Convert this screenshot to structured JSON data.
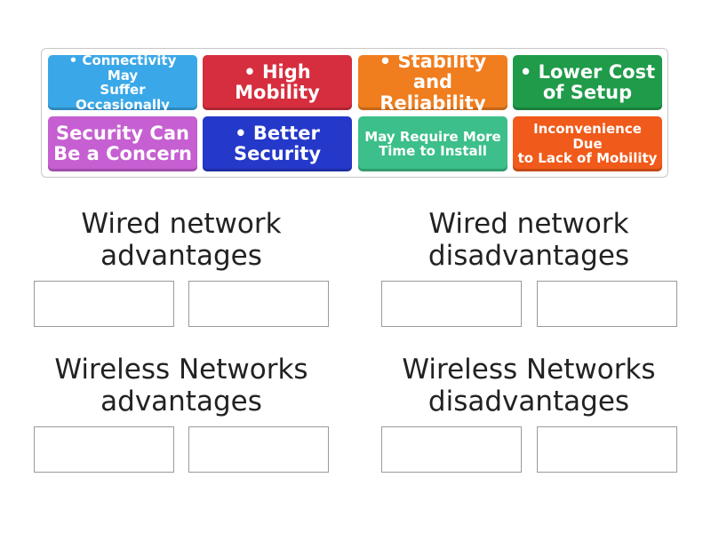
{
  "tiles": [
    {
      "lines": [
        "• Connectivity May",
        "Suffer Occasionally"
      ],
      "color": "#3aa8e8"
    },
    {
      "lines": [
        "• High",
        "Mobility"
      ],
      "color": "#d62e3e"
    },
    {
      "lines": [
        "• Stability and",
        "Reliability"
      ],
      "color": "#f07d1e"
    },
    {
      "lines": [
        "• Lower Cost",
        "of Setup"
      ],
      "color": "#1f9b4a"
    },
    {
      "lines": [
        "Security Can",
        "Be a Concern"
      ],
      "color": "#c65fd1"
    },
    {
      "lines": [
        "• Better",
        "Security"
      ],
      "color": "#2438c9"
    },
    {
      "lines": [
        "May Require More",
        "Time to Install"
      ],
      "color": "#3cbf8a"
    },
    {
      "lines": [
        "Inconvenience Due",
        "to Lack of Mobility"
      ],
      "color": "#f05a1a"
    }
  ],
  "groups": [
    {
      "title": [
        "Wired network",
        "advantages"
      ]
    },
    {
      "title": [
        "Wired network",
        "disadvantages"
      ]
    },
    {
      "title": [
        "Wireless Networks",
        "advantages"
      ]
    },
    {
      "title": [
        "Wireless Networks",
        "disadvantages"
      ]
    }
  ]
}
